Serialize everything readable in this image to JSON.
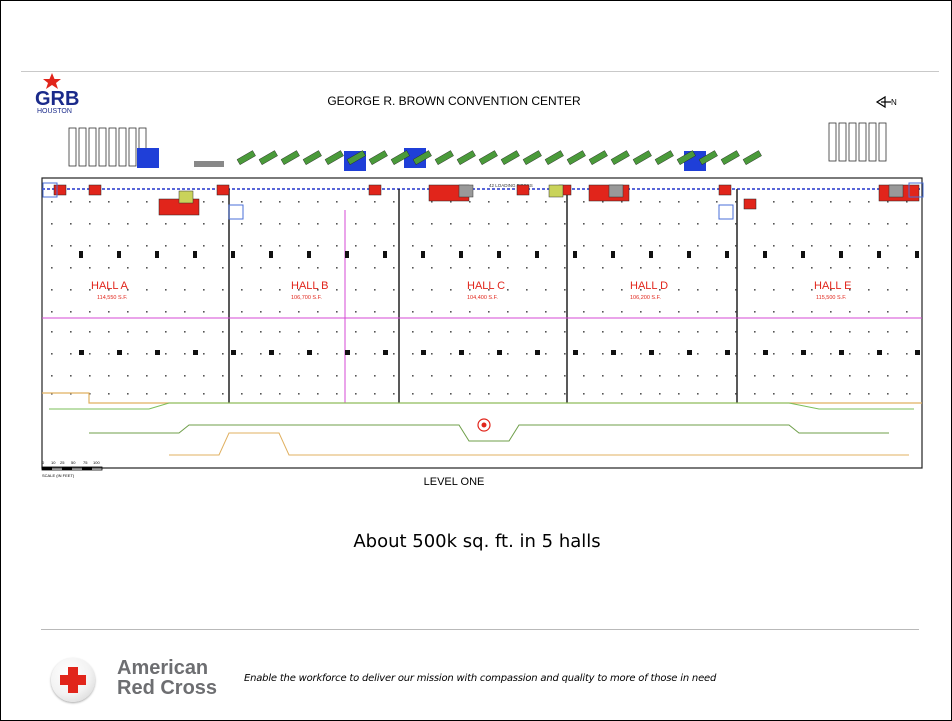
{
  "slide": {
    "logo": {
      "text": "GRB",
      "subtext": "HOUSTON"
    },
    "plan_title": "GEORGE R. BROWN CONVENTION CENTER",
    "north_label": "N",
    "loading_docks_label": "42 LOADING DOCKS",
    "halls": [
      {
        "name": "HALL A",
        "area": "114,550 S.F."
      },
      {
        "name": "HALL B",
        "area": "106,700 S.F."
      },
      {
        "name": "HALL C",
        "area": "104,400 S.F."
      },
      {
        "name": "HALL D",
        "area": "106,200 S.F."
      },
      {
        "name": "HALL E",
        "area": "115,500 S.F."
      }
    ],
    "scale_ticks": [
      "0",
      "10",
      "25",
      "50",
      "75",
      "100"
    ],
    "scale_label": "SCALE (IN FEET)",
    "level_label": "LEVEL ONE",
    "caption": "About 500k sq. ft. in 5 halls",
    "footer": {
      "org_line1": "American",
      "org_line2": "Red Cross",
      "tagline": "Enable the workforce to deliver our mission with compassion and quality to more of those in need"
    },
    "colors": {
      "hall_label": "#e1251b",
      "magenta_line": "#d44ad4",
      "truck_blue": "#1f3fd8",
      "truck_green": "#4a9a3a"
    }
  }
}
